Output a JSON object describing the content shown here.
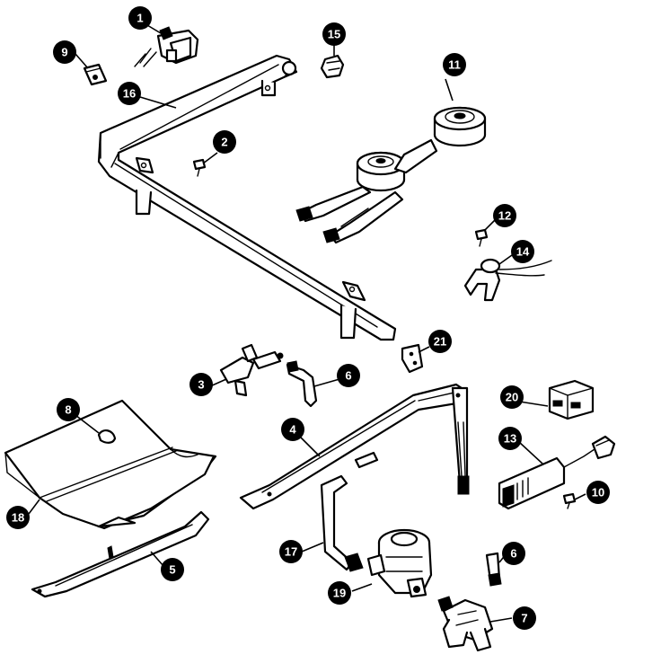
{
  "callouts": [
    {
      "id": "c1",
      "label": "1"
    },
    {
      "id": "c2",
      "label": "2"
    },
    {
      "id": "c3",
      "label": "3"
    },
    {
      "id": "c4",
      "label": "4"
    },
    {
      "id": "c5",
      "label": "5"
    },
    {
      "id": "c6a",
      "label": "6"
    },
    {
      "id": "c6b",
      "label": "6"
    },
    {
      "id": "c7",
      "label": "7"
    },
    {
      "id": "c8",
      "label": "8"
    },
    {
      "id": "c9",
      "label": "9"
    },
    {
      "id": "c10",
      "label": "10"
    },
    {
      "id": "c11",
      "label": "11"
    },
    {
      "id": "c12",
      "label": "12"
    },
    {
      "id": "c13",
      "label": "13"
    },
    {
      "id": "c14",
      "label": "14"
    },
    {
      "id": "c15",
      "label": "15"
    },
    {
      "id": "c16",
      "label": "16"
    },
    {
      "id": "c17",
      "label": "17"
    },
    {
      "id": "c18",
      "label": "18"
    },
    {
      "id": "c19",
      "label": "19"
    },
    {
      "id": "c20",
      "label": "20"
    },
    {
      "id": "c21",
      "label": "21"
    }
  ]
}
